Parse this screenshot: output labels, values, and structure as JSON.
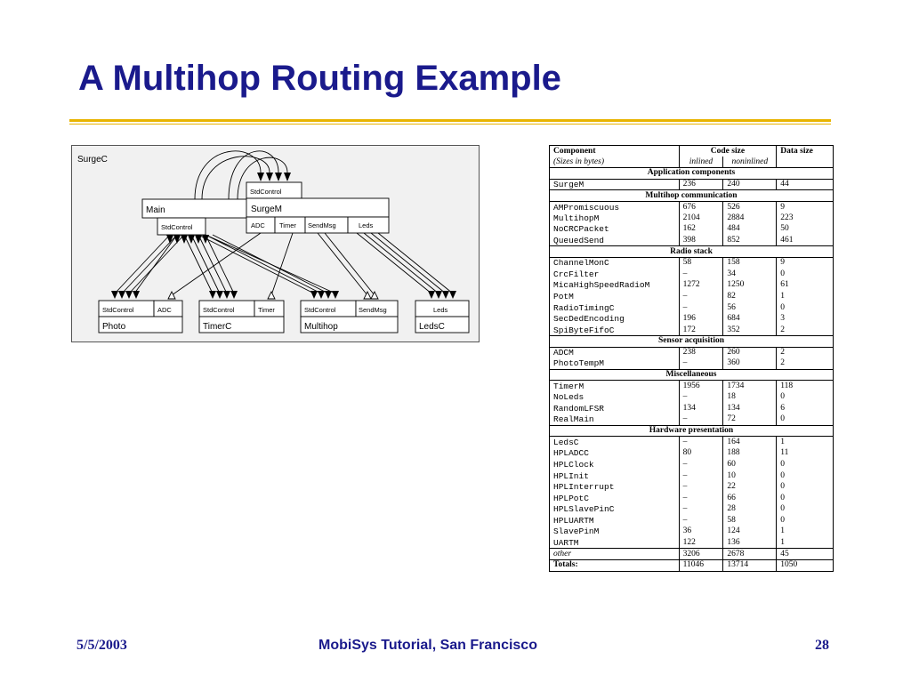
{
  "slide": {
    "title": "A Multihop Routing Example",
    "footer_date": "5/5/2003",
    "footer_center": "MobiSys Tutorial, San Francisco",
    "page_number": "28"
  },
  "diagram": {
    "outer_label": "SurgeC",
    "main": {
      "name": "Main",
      "port": "StdControl"
    },
    "surgem": {
      "top_port": "StdControl",
      "name": "SurgeM",
      "ports": [
        "ADC",
        "Timer",
        "SendMsg",
        "Leds"
      ]
    },
    "photo": {
      "ports": [
        "StdControl",
        "ADC"
      ],
      "name": "Photo"
    },
    "timerc": {
      "ports": [
        "StdControl",
        "Timer"
      ],
      "name": "TimerC"
    },
    "multihop": {
      "ports": [
        "StdControl",
        "SendMsg"
      ],
      "name": "Multihop"
    },
    "ledsc": {
      "ports": [
        "Leds"
      ],
      "name": "LedsC"
    }
  },
  "table": {
    "headers": {
      "component": "Component",
      "code_size": "Code size",
      "data_size": "Data size"
    },
    "units": {
      "label": "(Sizes in bytes)",
      "inlined": "inlined",
      "noninlined": "noninlined"
    },
    "sections": [
      {
        "title": "Application components",
        "rows": [
          {
            "name": "SurgeM",
            "inlined": "236",
            "noninlined": "240",
            "data": "44"
          }
        ]
      },
      {
        "title": "Multihop communication",
        "rows": [
          {
            "name": "AMPromiscuous",
            "inlined": "676",
            "noninlined": "526",
            "data": "9"
          },
          {
            "name": "MultihopM",
            "inlined": "2104",
            "noninlined": "2884",
            "data": "223"
          },
          {
            "name": "NoCRCPacket",
            "inlined": "162",
            "noninlined": "484",
            "data": "50"
          },
          {
            "name": "QueuedSend",
            "inlined": "398",
            "noninlined": "852",
            "data": "461"
          }
        ]
      },
      {
        "title": "Radio stack",
        "rows": [
          {
            "name": "ChannelMonC",
            "inlined": "58",
            "noninlined": "158",
            "data": "9"
          },
          {
            "name": "CrcFilter",
            "inlined": "–",
            "noninlined": "34",
            "data": "0"
          },
          {
            "name": "MicaHighSpeedRadioM",
            "inlined": "1272",
            "noninlined": "1250",
            "data": "61"
          },
          {
            "name": "PotM",
            "inlined": "–",
            "noninlined": "82",
            "data": "1"
          },
          {
            "name": "RadioTimingC",
            "inlined": "–",
            "noninlined": "56",
            "data": "0"
          },
          {
            "name": "SecDedEncoding",
            "inlined": "196",
            "noninlined": "684",
            "data": "3"
          },
          {
            "name": "SpiByteFifoC",
            "inlined": "172",
            "noninlined": "352",
            "data": "2"
          }
        ]
      },
      {
        "title": "Sensor acquisition",
        "rows": [
          {
            "name": "ADCM",
            "inlined": "238",
            "noninlined": "260",
            "data": "2"
          },
          {
            "name": "PhotoTempM",
            "inlined": "–",
            "noninlined": "360",
            "data": "2"
          }
        ]
      },
      {
        "title": "Miscellaneous",
        "rows": [
          {
            "name": "TimerM",
            "inlined": "1956",
            "noninlined": "1734",
            "data": "118"
          },
          {
            "name": "NoLeds",
            "inlined": "–",
            "noninlined": "18",
            "data": "0"
          },
          {
            "name": "RandomLFSR",
            "inlined": "134",
            "noninlined": "134",
            "data": "6"
          },
          {
            "name": "RealMain",
            "inlined": "–",
            "noninlined": "72",
            "data": "0"
          }
        ]
      },
      {
        "title": "Hardware presentation",
        "rows": [
          {
            "name": "LedsC",
            "inlined": "–",
            "noninlined": "164",
            "data": "1"
          },
          {
            "name": "HPLADCC",
            "inlined": "80",
            "noninlined": "188",
            "data": "11"
          },
          {
            "name": "HPLClock",
            "inlined": "–",
            "noninlined": "60",
            "data": "0"
          },
          {
            "name": "HPLInit",
            "inlined": "–",
            "noninlined": "10",
            "data": "0"
          },
          {
            "name": "HPLInterrupt",
            "inlined": "–",
            "noninlined": "22",
            "data": "0"
          },
          {
            "name": "HPLPotC",
            "inlined": "–",
            "noninlined": "66",
            "data": "0"
          },
          {
            "name": "HPLSlavePinC",
            "inlined": "–",
            "noninlined": "28",
            "data": "0"
          },
          {
            "name": "HPLUARTM",
            "inlined": "–",
            "noninlined": "58",
            "data": "0"
          },
          {
            "name": "SlavePinM",
            "inlined": "36",
            "noninlined": "124",
            "data": "1"
          },
          {
            "name": "UARTM",
            "inlined": "122",
            "noninlined": "136",
            "data": "1"
          }
        ]
      }
    ],
    "other": {
      "name": "other",
      "inlined": "3206",
      "noninlined": "2678",
      "data": "45"
    },
    "totals": {
      "name": "Totals:",
      "inlined": "11046",
      "noninlined": "13714",
      "data": "1050"
    }
  }
}
